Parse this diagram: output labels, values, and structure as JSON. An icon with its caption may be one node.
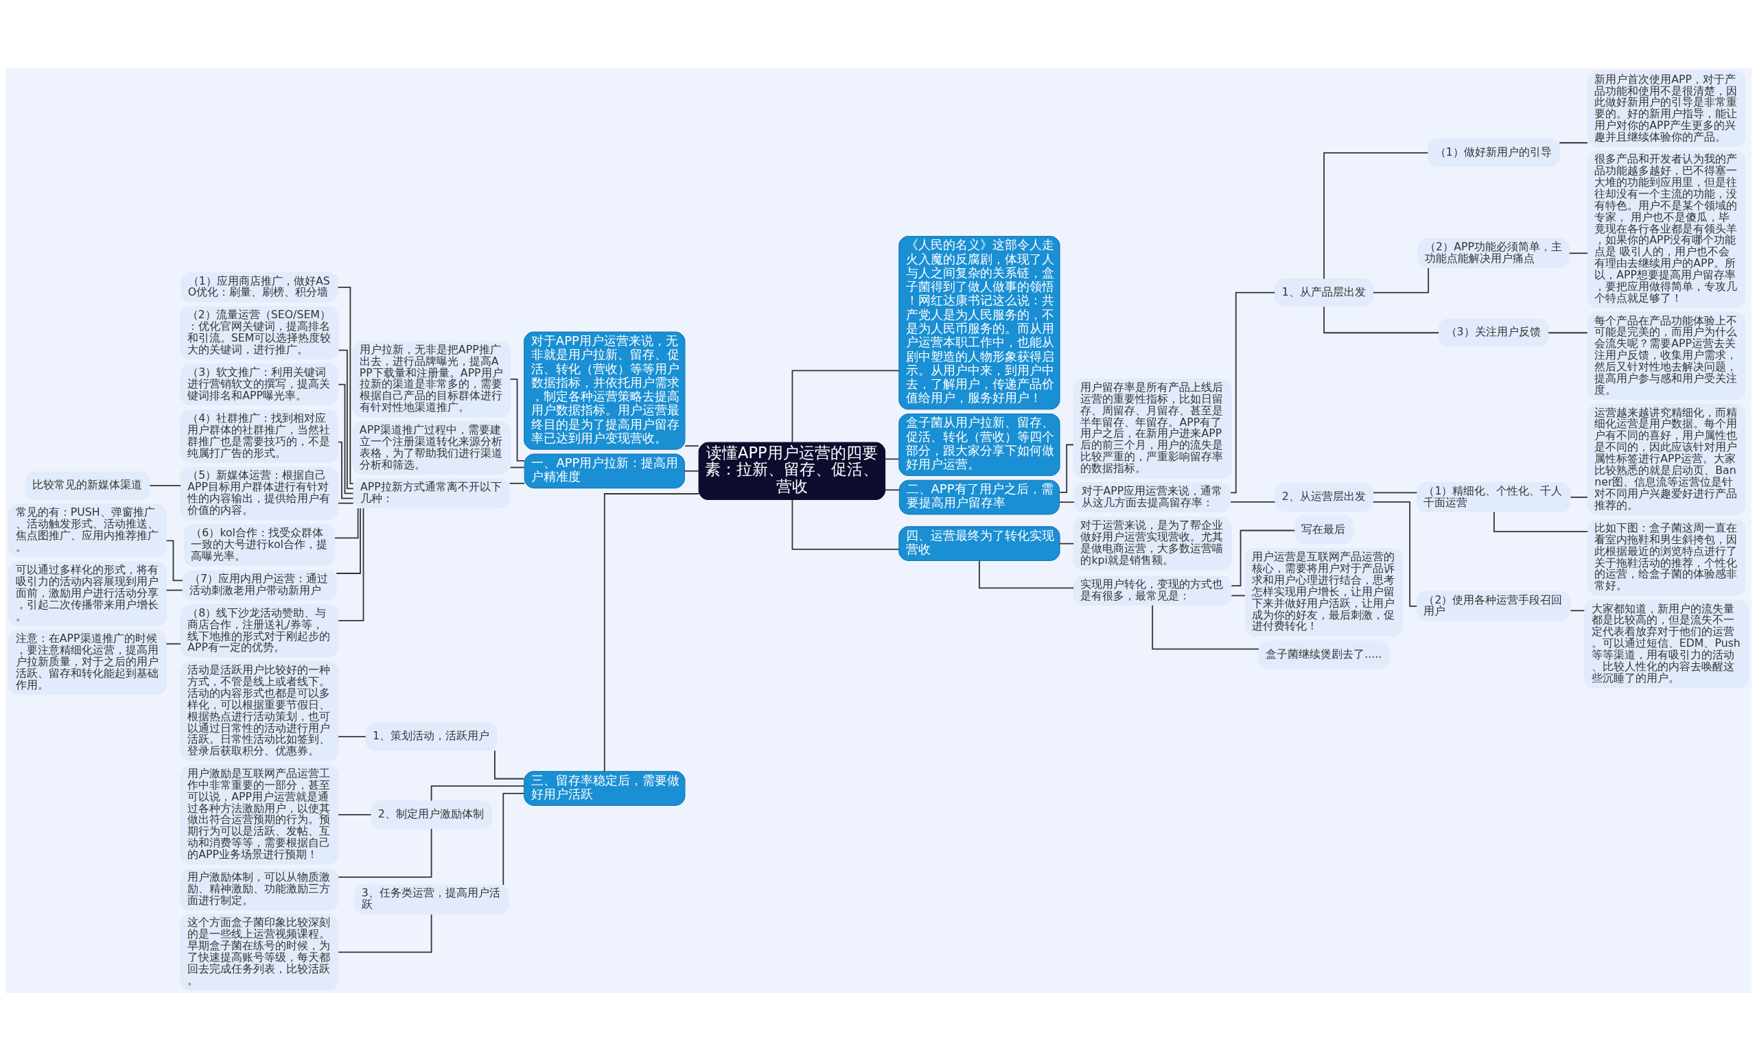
{
  "diagram": {
    "nodes": [
      {
        "text": [
          "读懂APP用户运营的四要素：拉新、留存、促活、营收"
        ]
      },
      {
        "text": [
          "对于APP用户运营来说，无非就是用户拉新、留存、促活、转化（营收）等等用户数据指标，并依托用户需求，制定各种运营策略去提高用户数据指标。用户运营最终目的是为了提高用户留存率已达到用户变现营收。"
        ]
      },
      {
        "text": [
          "一、APP用户拉新：提高用户精准度"
        ]
      },
      {
        "text": [
          "用户拉新，无非是把APP推广出去，进行品牌曝光，提高APP下载量和注册量。APP用户拉新的渠道是非常多的，需要根据自己产品的目标群体进行有针对性地渠道推广。"
        ]
      },
      {
        "text": [
          "APP渠道推广过程中，需要建立一个注册渠道转化来源分析表格，为了帮助我们进行渠道分析和筛选。"
        ]
      },
      {
        "text": [
          "APP拉新方式通常离不开以下几种："
        ]
      },
      {
        "text": [
          "（1）应用商店推广，做好ASO优化：刷量、刷榜、积分墙"
        ]
      },
      {
        "text": [
          "（2）流量运营（SEO/SEM）：优化官网关键词，提高排名和引流。SEM可以选择热度较大的关键词，进行推广。"
        ]
      },
      {
        "text": [
          "（3）软文推广：利用关键词进行营销软文的撰写，提高关键词排名和APP曝光率。"
        ]
      },
      {
        "text": [
          "（4）社群推广：找到相对应用户群体的社群推广，当然社群推广也是需要技巧的，不是纯属打广告的形式。"
        ]
      },
      {
        "text": [
          "（5）新媒体运营：根据自己APP目标用户群体进行有针对性的内容输出，提供给用户有价值的内容。"
        ]
      },
      {
        "text": [
          "比较常见的新媒体渠道"
        ]
      },
      {
        "text": [
          "（6）kol合作：找受众群体一致的大号进行kol合作，提高曝光率。"
        ]
      },
      {
        "text": [
          "（7）应用内用户运营：通过活动刺激老用户带动新用户"
        ]
      },
      {
        "text": [
          "常见的有：PUSH、弹窗推广、活动触发形式、活动推送、焦点图推广、应用内推荐推广。"
        ]
      },
      {
        "text": [
          "可以通过多样化的形式，将有吸引力的活动内容展现到用户面前，激励用户进行活动分享，引起二次传播带来用户增长。"
        ]
      },
      {
        "text": [
          "（8）线下沙龙活动赞助、与商店合作，注册送礼/券等，线下地推的形式对于刚起步的APP有一定的优势。"
        ]
      },
      {
        "text": [
          "注意：在APP渠道推广的时候，要注意精细化运营，提高用户拉新质量，对于之后的用户活跃、留存和转化能起到基础作用。"
        ]
      },
      {
        "text": [
          "三、留存率稳定后，需要做好用户活跃"
        ]
      },
      {
        "text": [
          "1、策划活动，活跃用户"
        ]
      },
      {
        "text": [
          "活动是活跃用户比较好的一种方式，不管是线上或者线下。活动的内容形式也都是可以多样化，可以根据重要节假日、根据热点进行活动策划，也可以通过日常性的活动进行用户活跃。日常性活动比如签到、登录后获取积分、优惠券。"
        ]
      },
      {
        "text": [
          "2、制定用户激励体制"
        ]
      },
      {
        "text": [
          "用户激励是互联网产品运营工作中非常重要的一部分，甚至可以说，APP用户运营就是通过各种方法激励用户，以使其做出符合运营预期的行为。预期行为可以是活跃、发帖、互动和消费等等，需要根据自己的APP业务场景进行预期！"
        ]
      },
      {
        "text": [
          "用户激励体制，可以从物质激励、精神激励、功能激励三方面进行制定。"
        ]
      },
      {
        "text": [
          "3、任务类运营，提高用户活跃"
        ]
      },
      {
        "text": [
          "这个方面盒子菌印象比较深刻的是一些线上运营视频课程。早期盒子菌在练号的时候，为了快速提高账号等级，每天都回去完成任务列表，比较活跃。"
        ]
      },
      {
        "text": [
          "《人民的名义》这部令人走火入魔的反腐剧，体现了人与人之间复杂的关系链，盒子菌得到了做人做事的领悟！网红达康书记这么说：共产党人是为人民服务的，不是为人民币服务的。而从用户运营本职工作中，也能从剧中塑造的人物形象获得启示。从用户中来，到用户中去，了解用户，传递产品价值给用户，服务好用户！"
        ]
      },
      {
        "text": [
          "盒子菌从用户拉新、留存、促活、转化（营收）等四个部分，跟大家分享下如何做好用户运营。"
        ]
      },
      {
        "text": [
          "二、APP有了用户之后，需要提高用户留存率"
        ]
      },
      {
        "text": [
          "用户留存率是所有产品上线后运营的重要性指标，比如日留存、周留存、月留存、甚至是半年留存、年留存。APP有了用户之后，在新用户进来APP后的前三个月，用户的流失是比较严重的，严重影响留存率的数据指标。"
        ]
      },
      {
        "text": [
          "对于APP应用运营来说，通常从这几方面去提高留存率："
        ]
      },
      {
        "text": [
          "1、从产品层出发"
        ]
      },
      {
        "text": [
          "（1）做好新用户的引导"
        ]
      },
      {
        "text": [
          "新用户首次使用APP，对于产品功能和使用不是很清楚，因此做好新用户的引导是非常重要的。好的新用户指导，能让用户对你的APP产生更多的兴趣并且继续体验你的产品。"
        ]
      },
      {
        "text": [
          "（2）APP功能必须简单，主功能点能解决用户痛点"
        ]
      },
      {
        "text": [
          "很多产品和开发者认为我的产品功能越多越好，巴不得塞一大堆的功能到应用里，但是往往却没有一个主流的功能，没有特色。用户不是某个领域的专家， 用户也不是傻瓜，毕竟现在各行各业都是有领头羊，如果你的APP没有哪个功能点是 吸引人的，用户也不会有理由去继续用户的APP。所以，APP想要提高用户留存率，要把应用做得简单，专攻几个特点就足够了！"
        ]
      },
      {
        "text": [
          "（3）关注用户反馈"
        ]
      },
      {
        "text": [
          "每个产品在产品功能体验上不可能是完美的，而用户为什么会流失呢？需要APP运营去关注用户反馈，收集用户需求，然后又针对性地去解决问题，提高用户参与感和用户受关注度。"
        ]
      },
      {
        "text": [
          "2、从运营层出发"
        ]
      },
      {
        "text": [
          "（1）精细化、个性化、千人千面运营"
        ]
      },
      {
        "text": [
          "运营越来越讲究精细化，而精细化运营是用户数据。每个用户有不同的喜好，用户属性也是不同的，因此应该针对用户属性标签进行APP运营。大家比较熟悉的就是启动页、Banner图、信息流等运营位是针对不同用户兴趣爱好进行产品推荐的。"
        ]
      },
      {
        "text": [
          "比如下图：盒子菌这周一直在看室内拖鞋和男生斜挎包，因此根据最近的浏览特点进行了关于拖鞋活动的推荐，个性化的运营，给盒子菌的体验感非常好。"
        ]
      },
      {
        "text": [
          "（2）使用各种运营手段召回用户"
        ]
      },
      {
        "text": [
          "大家都知道，新用户的流失量都是比较高的，但是流失不一定代表着放弃对于他们的运营。可以通过短信、EDM、Push等等渠道，用有吸引力的活动、比较人性化的内容去唤醒这些沉睡了的用户。"
        ]
      },
      {
        "text": [
          "四、运营最终为了转化实现营收"
        ]
      },
      {
        "text": [
          "对于运营来说，是为了帮企业做好用户运营实现营收。尤其是做电商运营，大多数运营喵的kpi就是销售额。"
        ]
      },
      {
        "text": [
          "实现用户转化，变现的方式也是有很多，最常见是："
        ]
      },
      {
        "text": [
          "写在最后"
        ]
      },
      {
        "text": [
          "用户运营是互联网产品运营的核心，需要将用户对于产品诉求和用户心理进行结合，思考怎样实现用户增长，让用户留下来并做好用户活跃，让用户成为你的好友，最后刺激，促进付费转化！"
        ]
      },
      {
        "text": [
          "盒子菌继续煲剧去了....."
        ]
      }
    ],
    "edges": [
      {
        "from": 0,
        "to": 1,
        "arrow": "none"
      },
      {
        "from": 0,
        "to": 2,
        "arrow": "none"
      },
      {
        "from": 2,
        "to": 3,
        "arrow": "none"
      },
      {
        "from": 2,
        "to": 4,
        "arrow": "none"
      },
      {
        "from": 2,
        "to": 5,
        "arrow": "none"
      },
      {
        "from": 5,
        "to": 6,
        "arrow": "none"
      },
      {
        "from": 5,
        "to": 7,
        "arrow": "none"
      },
      {
        "from": 5,
        "to": 8,
        "arrow": "none"
      },
      {
        "from": 5,
        "to": 9,
        "arrow": "none"
      },
      {
        "from": 5,
        "to": 10,
        "arrow": "none"
      },
      {
        "from": 10,
        "to": 11,
        "arrow": "none"
      },
      {
        "from": 5,
        "to": 12,
        "arrow": "none"
      },
      {
        "from": 5,
        "to": 13,
        "arrow": "none"
      },
      {
        "from": 13,
        "to": 14,
        "arrow": "none"
      },
      {
        "from": 13,
        "to": 15,
        "arrow": "none"
      },
      {
        "from": 5,
        "to": 16,
        "arrow": "none"
      },
      {
        "from": 16,
        "to": 17,
        "arrow": "none"
      },
      {
        "from": 0,
        "to": 18,
        "arrow": "none"
      },
      {
        "from": 18,
        "to": 19,
        "arrow": "none"
      },
      {
        "from": 19,
        "to": 20,
        "arrow": "none"
      },
      {
        "from": 18,
        "to": 21,
        "arrow": "none"
      },
      {
        "from": 21,
        "to": 22,
        "arrow": "none"
      },
      {
        "from": 21,
        "to": 23,
        "arrow": "none"
      },
      {
        "from": 18,
        "to": 24,
        "arrow": "none"
      },
      {
        "from": 24,
        "to": 25,
        "arrow": "none"
      },
      {
        "from": 0,
        "to": 26,
        "arrow": "none"
      },
      {
        "from": 0,
        "to": 27,
        "arrow": "none"
      },
      {
        "from": 0,
        "to": 28,
        "arrow": "none"
      },
      {
        "from": 28,
        "to": 29,
        "arrow": "none"
      },
      {
        "from": 28,
        "to": 30,
        "arrow": "none"
      },
      {
        "from": 30,
        "to": 31,
        "arrow": "none"
      },
      {
        "from": 31,
        "to": 32,
        "arrow": "none"
      },
      {
        "from": 32,
        "to": 33,
        "arrow": "none"
      },
      {
        "from": 31,
        "to": 34,
        "arrow": "none"
      },
      {
        "from": 34,
        "to": 35,
        "arrow": "none"
      },
      {
        "from": 31,
        "to": 36,
        "arrow": "none"
      },
      {
        "from": 36,
        "to": 37,
        "arrow": "none"
      },
      {
        "from": 30,
        "to": 38,
        "arrow": "none"
      },
      {
        "from": 38,
        "to": 39,
        "arrow": "none"
      },
      {
        "from": 39,
        "to": 40,
        "arrow": "none"
      },
      {
        "from": 39,
        "to": 41,
        "arrow": "none"
      },
      {
        "from": 38,
        "to": 42,
        "arrow": "none"
      },
      {
        "from": 42,
        "to": 43,
        "arrow": "none"
      },
      {
        "from": 0,
        "to": 44,
        "arrow": "none"
      },
      {
        "from": 44,
        "to": 45,
        "arrow": "none"
      },
      {
        "from": 44,
        "to": 46,
        "arrow": "none"
      },
      {
        "from": 46,
        "to": 47,
        "arrow": "none"
      },
      {
        "from": 46,
        "to": 48,
        "arrow": "none"
      },
      {
        "from": 46,
        "to": 49,
        "arrow": "none"
      }
    ]
  }
}
